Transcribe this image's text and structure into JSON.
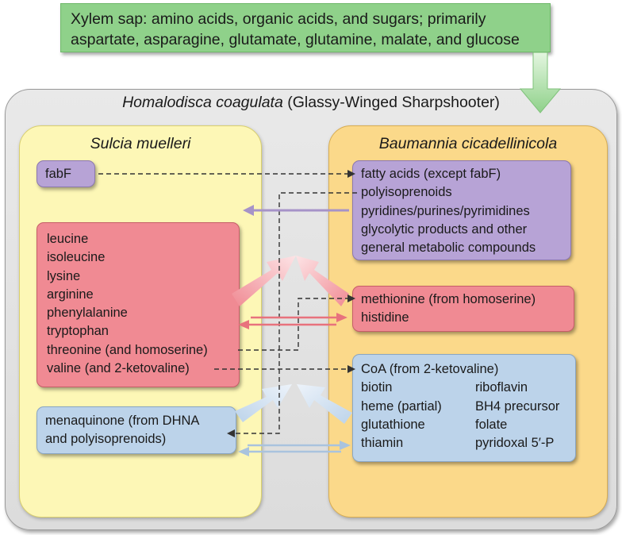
{
  "xylem": {
    "line1": "Xylem sap:  amino acids, organic acids, and sugars; primarily",
    "line2": "aspartate,  asparagine, glutamate, glutamine, malate, and glucose"
  },
  "host": {
    "title_italic": "Homalodisca coagulata",
    "title_rest": " (Glassy-Winged Sharpshooter)"
  },
  "sulcia": {
    "name": "Sulcia muelleri",
    "fabf": "fabF",
    "amino_acids": [
      "leucine",
      "isoleucine",
      "lysine",
      "arginine",
      "phenylalanine",
      "tryptophan",
      "threonine (and homoserine)",
      "valine (and 2-ketovaline)"
    ],
    "quinone": [
      "menaquinone (from DHNA",
      "and polyisoprenoids)"
    ]
  },
  "baumannia": {
    "name": "Baumannia cicadellinicola",
    "metabolic": [
      "fatty acids (except fabF)",
      "polyisoprenoids",
      "pyridines/purines/pyrimidines",
      "glycolytic products and other",
      "general metabolic compounds"
    ],
    "amino_acids": [
      "methionine (from homoserine)",
      "histidine"
    ],
    "cofactors_left": [
      "CoA (from 2-ketovaline)",
      "biotin",
      "heme (partial)",
      "glutathione",
      "thiamin"
    ],
    "cofactors_right": [
      "riboflavin",
      "BH4 precursor",
      "folate",
      "pyridoxal 5′-P"
    ]
  },
  "colors": {
    "xylem": "#8fd18a",
    "host": "#e0e0e0",
    "sulcia": "#fdf7b6",
    "baumannia": "#fbd98a",
    "purple": "#b7a3d6",
    "red": "#f08a93",
    "blue": "#bcd3ea"
  }
}
